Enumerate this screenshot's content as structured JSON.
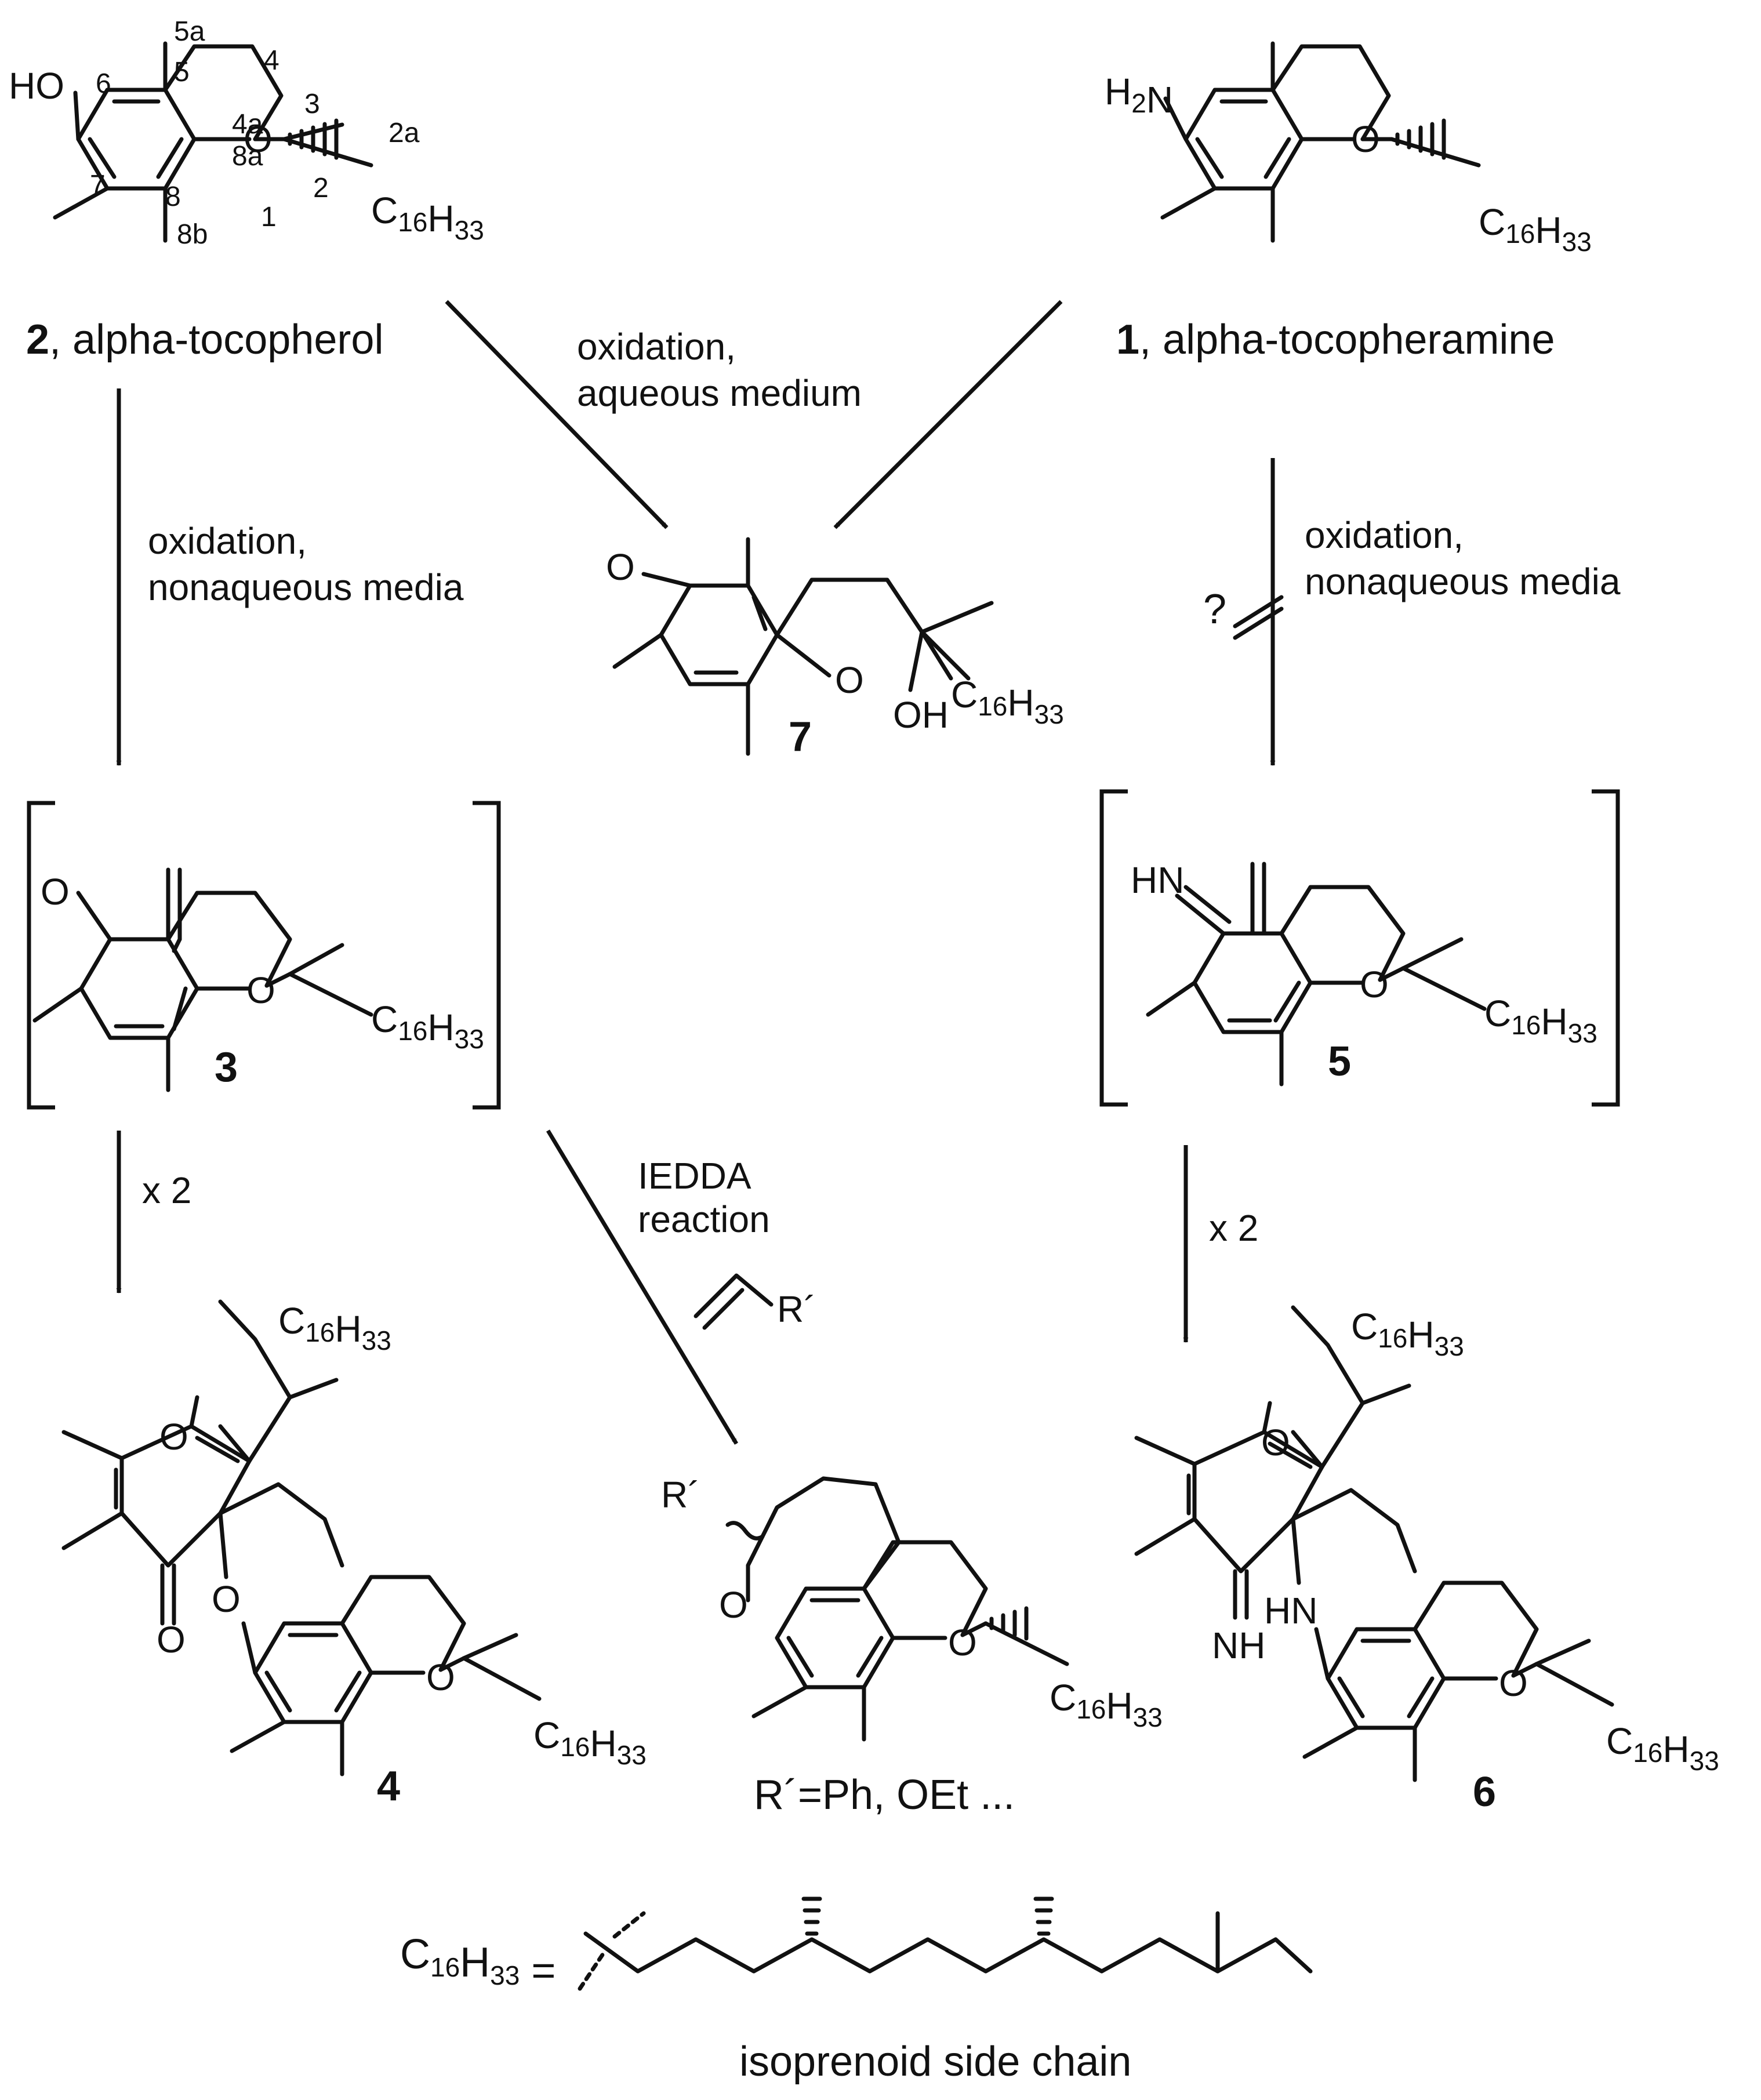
{
  "compounds": {
    "c2": {
      "number": "2",
      "name": ", alpha-tocopherol"
    },
    "c1": {
      "number": "1",
      "name": ", alpha-tocopheramine"
    },
    "c3": {
      "number": "3"
    },
    "c4": {
      "number": "4"
    },
    "c5": {
      "number": "5"
    },
    "c6": {
      "number": "6"
    },
    "c7": {
      "number": "7"
    }
  },
  "atoms": {
    "ho": "HO",
    "h2n": "H2N",
    "o": "O",
    "oh": "OH",
    "hn": "HN",
    "nh": "NH",
    "side_chain": "C16H33",
    "r_prime": "R´"
  },
  "ring_numbers": [
    "5a",
    "6",
    "5",
    "4",
    "4a",
    "3",
    "8a",
    "2a",
    "7",
    "2",
    "8",
    "1",
    "8b"
  ],
  "reactions": {
    "r1": {
      "line1": "oxidation,",
      "line2": "aqueous medium"
    },
    "r2": {
      "line1": "oxidation,",
      "line2": "nonaqueous media"
    },
    "r3": {
      "line1": "oxidation,",
      "line2": "nonaqueous media",
      "mark": "?"
    },
    "r4": {
      "label": "x 2"
    },
    "r5": {
      "label": "x 2"
    },
    "r6": {
      "line1": "IEDDA",
      "line2": "reaction"
    }
  },
  "substituent_note": "R´=Ph, OEt ...",
  "side_chain_def": {
    "lhs": "C16H33 =",
    "caption": "isoprenoid side chain"
  }
}
